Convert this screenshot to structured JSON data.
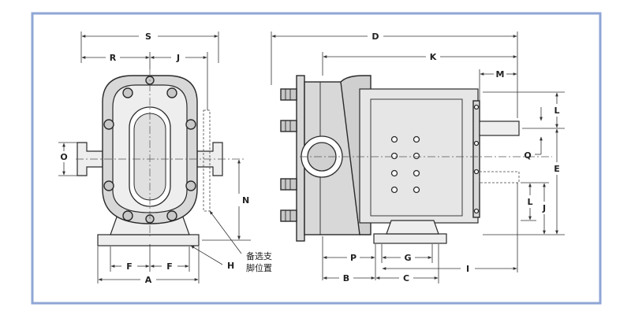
{
  "frame_color": "#8fa6d6",
  "labels": {
    "S": "S",
    "R": "R",
    "J_top": "J",
    "O": "O",
    "N": "N",
    "H": "H",
    "F_left": "F",
    "F_right": "F",
    "A": "A",
    "D": "D",
    "K": "K",
    "M": "M",
    "L_top": "L",
    "Q": "Q",
    "E": "E",
    "L_bottom": "L",
    "J_right": "J",
    "P": "P",
    "G": "G",
    "B": "B",
    "C": "C",
    "I": "I"
  },
  "note_lines": [
    "备选支",
    "脚位置"
  ]
}
